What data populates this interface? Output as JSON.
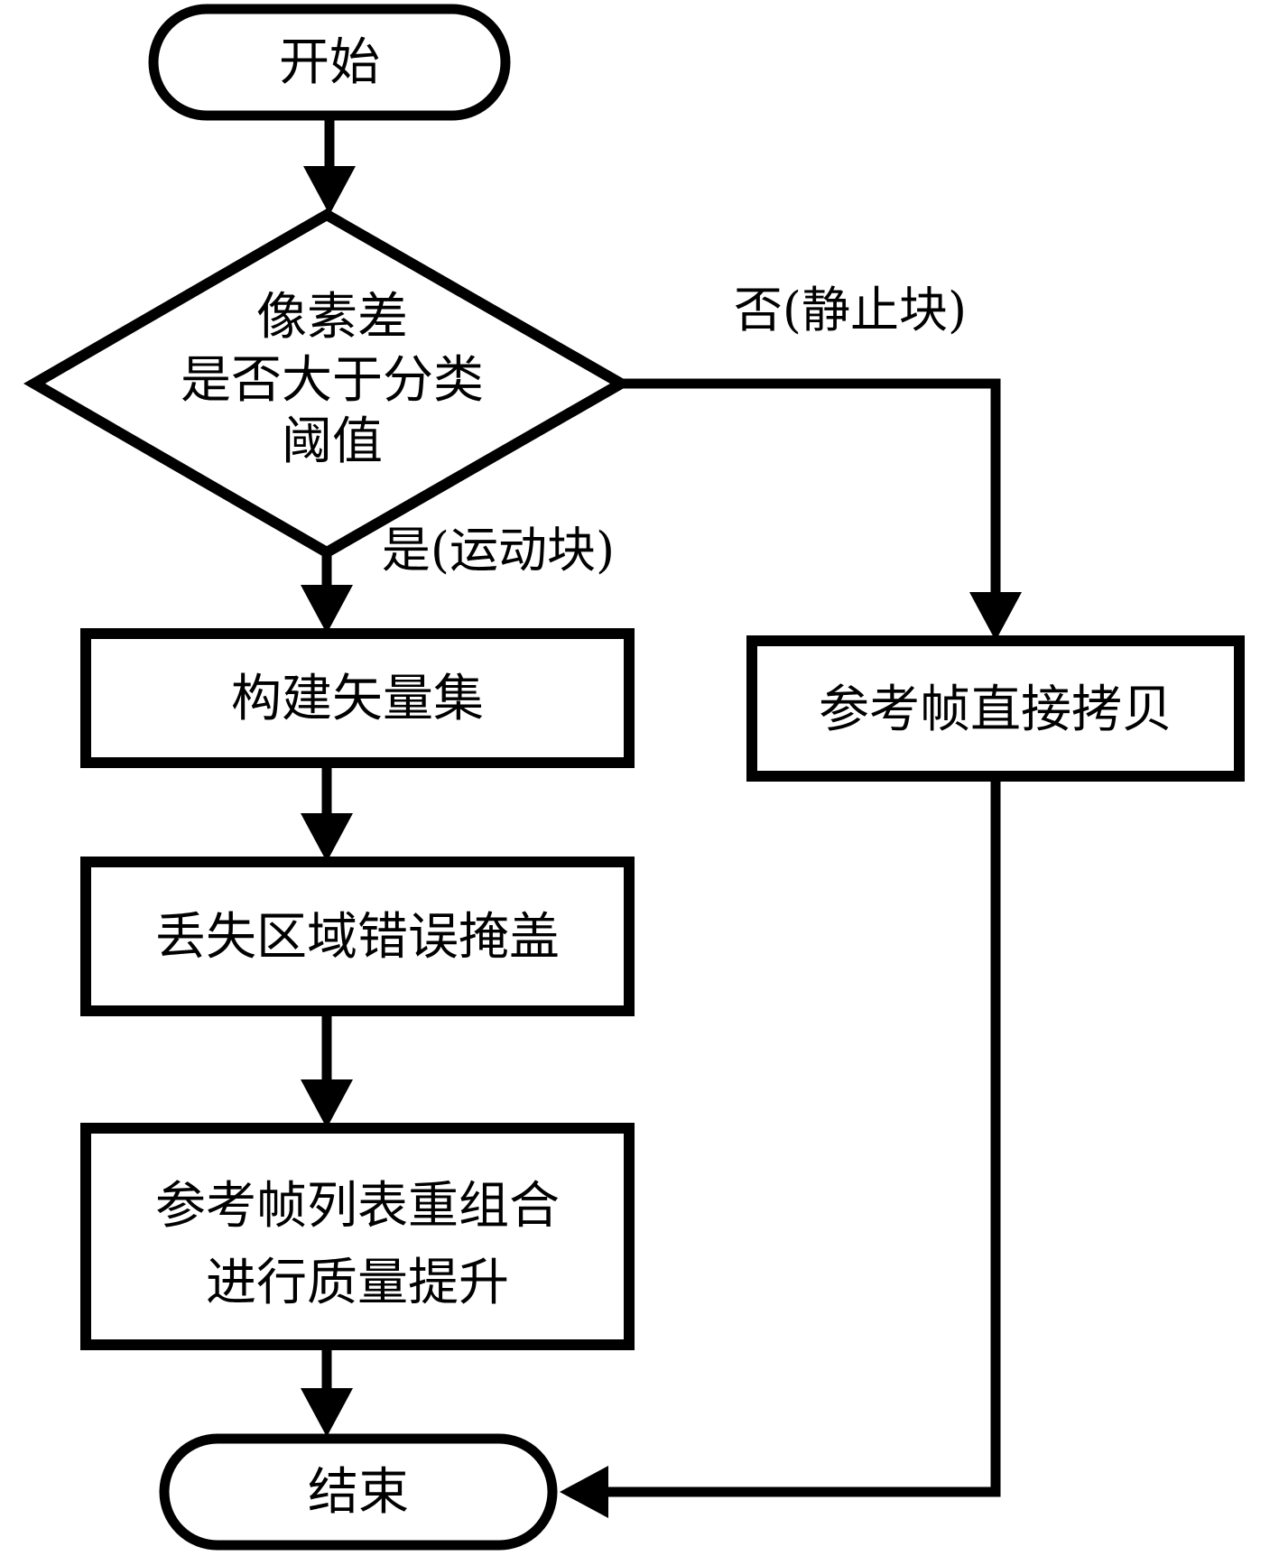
{
  "diagram": {
    "type": "flowchart",
    "background_color": "#ffffff",
    "line_color": "#000000",
    "text_color": "#000000",
    "nodes": {
      "start": {
        "shape": "stadium",
        "label": "开始"
      },
      "decision": {
        "shape": "diamond",
        "label": "像素差是否大于分类阈值",
        "line1": "像素差",
        "line2": "是否大于分类",
        "line3": "阈值"
      },
      "build_vector_set": {
        "shape": "rect",
        "label": "构建矢量集"
      },
      "loss_region_concealment": {
        "shape": "rect",
        "label": "丢失区域错误掩盖"
      },
      "ref_list_recombine": {
        "shape": "rect",
        "label": "参考帧列表重组合进行质量提升",
        "line1": "参考帧列表重组合",
        "line2": "进行质量提升"
      },
      "ref_frame_copy": {
        "shape": "rect",
        "label": "参考帧直接拷贝"
      },
      "end": {
        "shape": "stadium",
        "label": "结束"
      }
    },
    "edge_labels": {
      "yes_branch": "是(运动块)",
      "no_branch": "否(静止块)"
    },
    "edges": [
      {
        "from": "start",
        "to": "decision",
        "label": ""
      },
      {
        "from": "decision",
        "to": "build_vector_set",
        "label": "是(运动块)"
      },
      {
        "from": "decision",
        "to": "ref_frame_copy",
        "label": "否(静止块)"
      },
      {
        "from": "build_vector_set",
        "to": "loss_region_concealment",
        "label": ""
      },
      {
        "from": "loss_region_concealment",
        "to": "ref_list_recombine",
        "label": ""
      },
      {
        "from": "ref_list_recombine",
        "to": "end",
        "label": ""
      },
      {
        "from": "ref_frame_copy",
        "to": "end",
        "label": ""
      }
    ]
  }
}
